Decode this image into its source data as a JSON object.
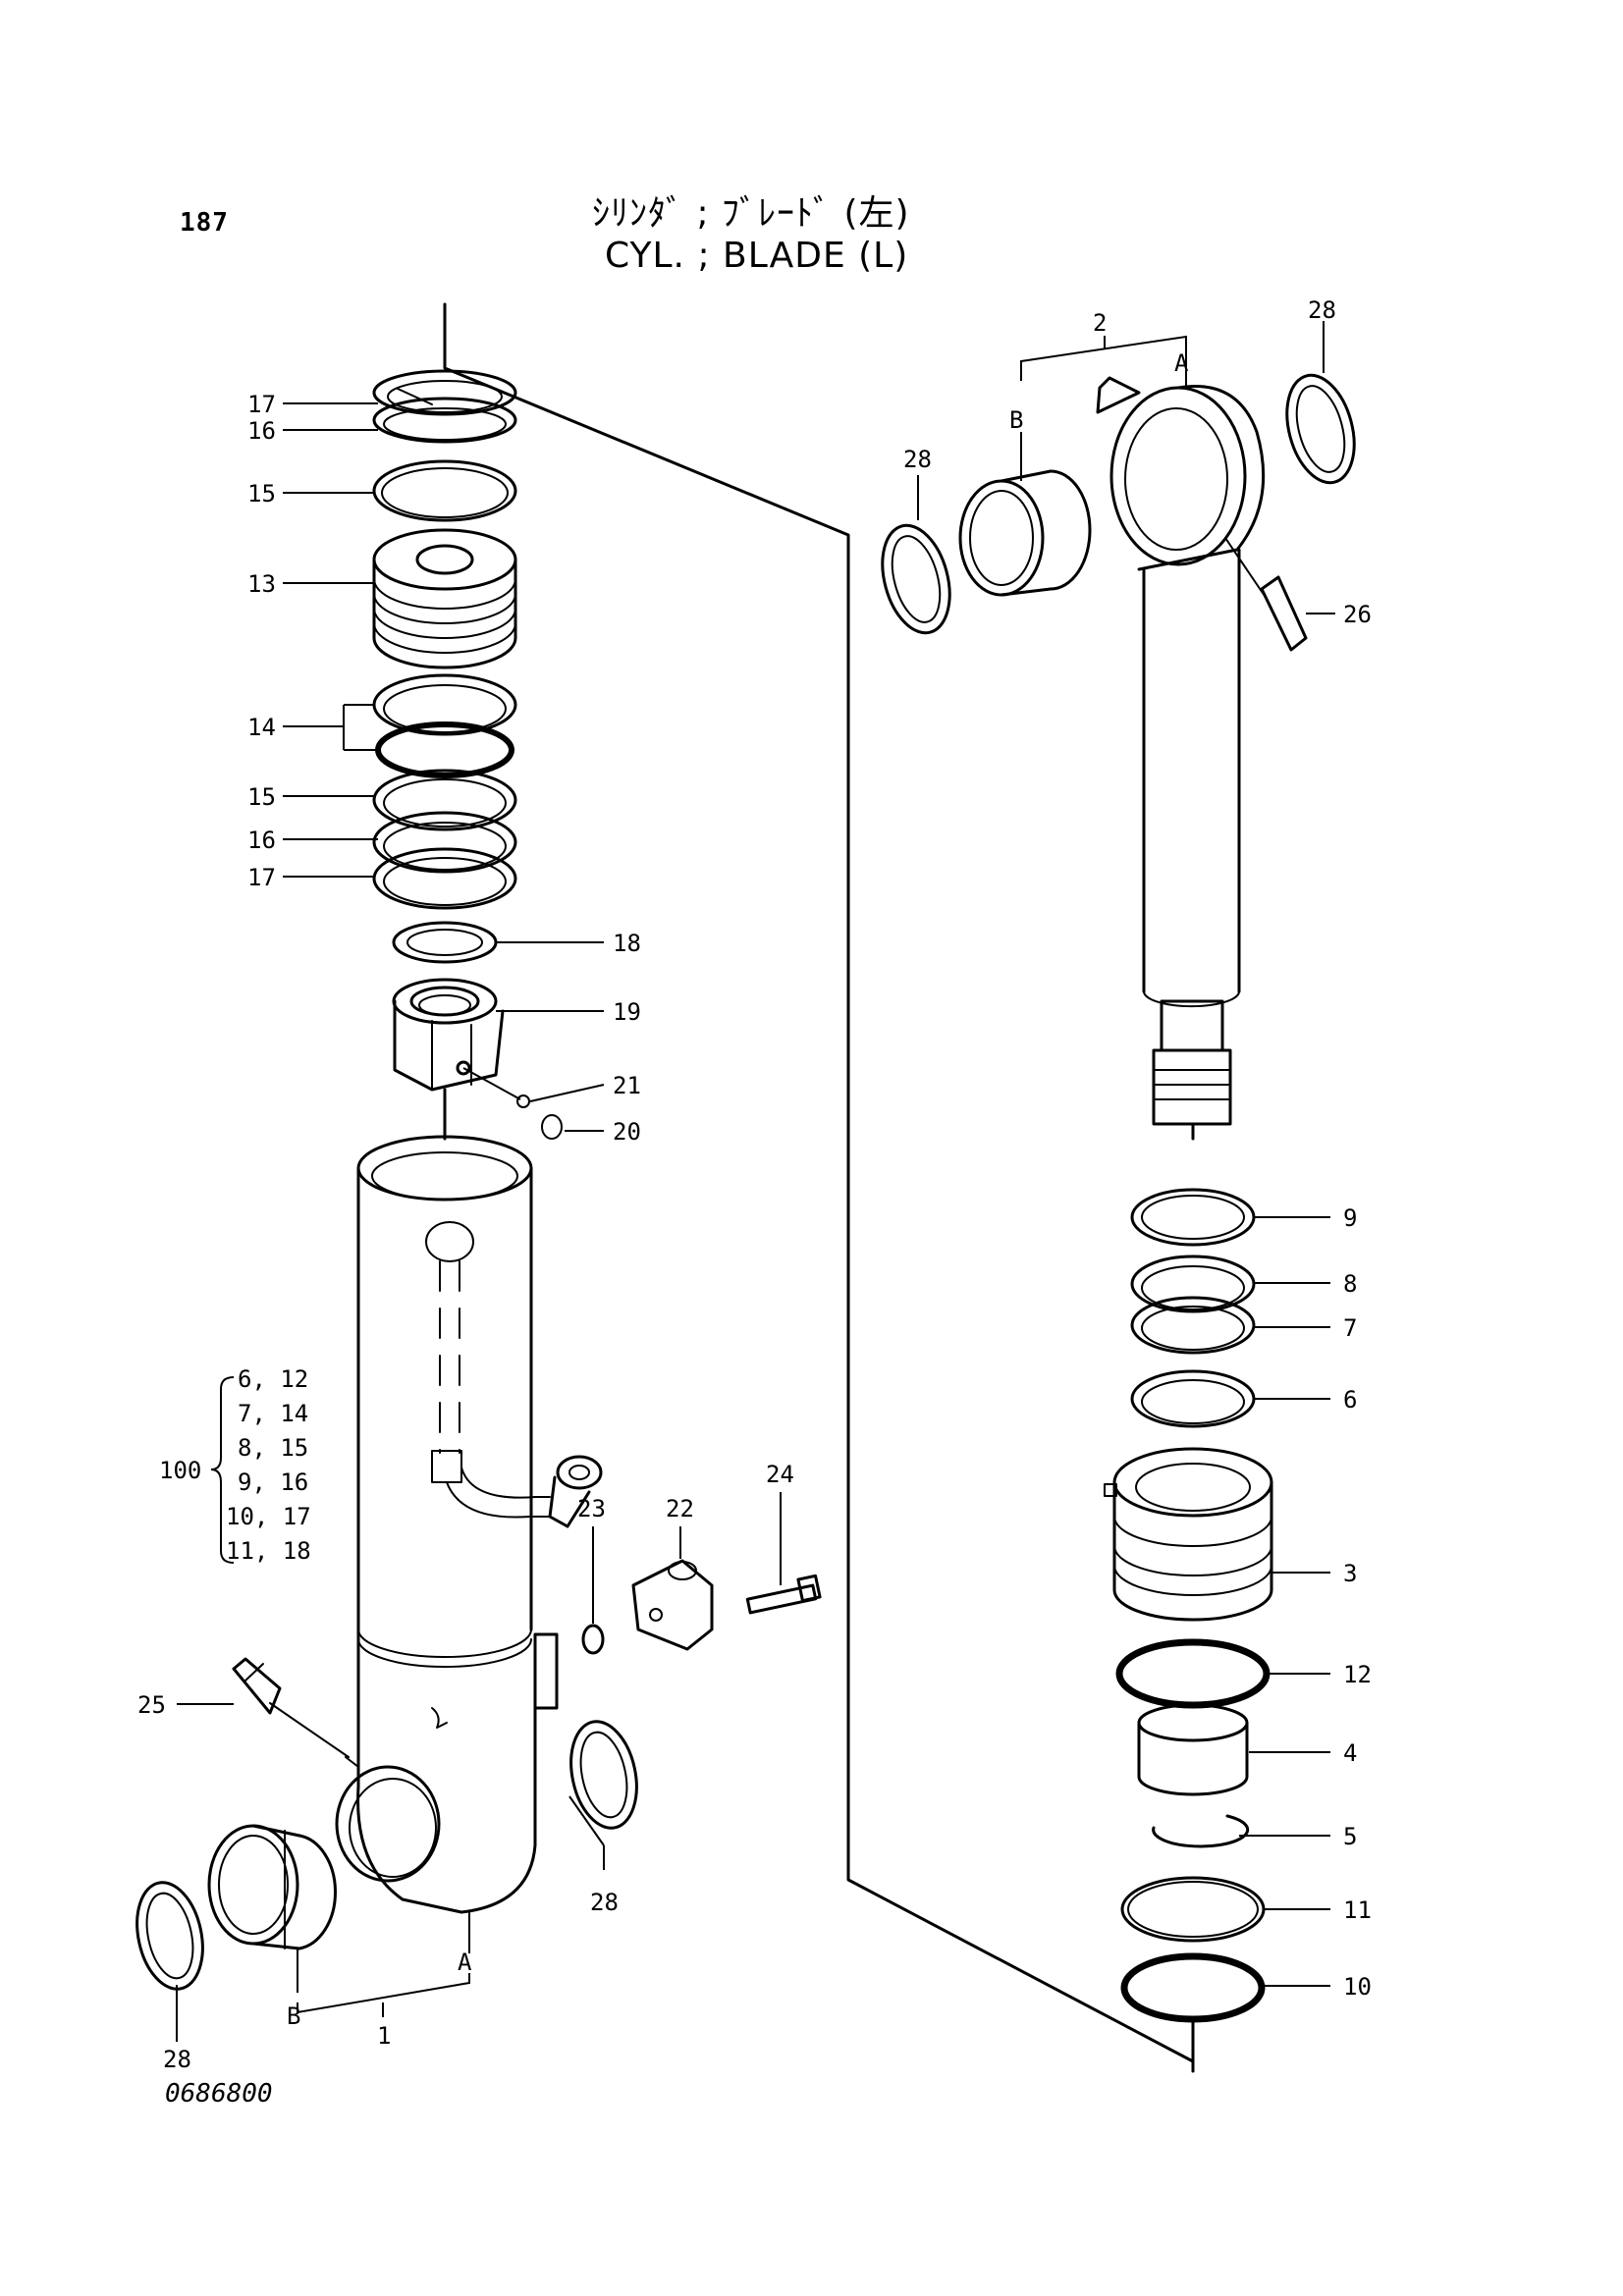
{
  "page_number": "187",
  "title": {
    "japanese": "ｼﾘﾝﾀﾞ ; ﾌﾞﾚｰﾄﾞ (左)",
    "english": "CYL. ; BLADE (L)"
  },
  "drawing_number": "0686800",
  "callouts": {
    "c17a": "17",
    "c16a": "16",
    "c15a": "15",
    "c13": "13",
    "c14": "14",
    "c15b": "15",
    "c16b": "16",
    "c17b": "17",
    "c18": "18",
    "c19": "19",
    "c21": "21",
    "c20": "20",
    "c25": "25",
    "c28a": "28",
    "c28b": "28",
    "c23": "23",
    "c22": "22",
    "c24": "24",
    "c1": "1",
    "c2": "2",
    "c28c": "28",
    "c28d": "28",
    "c26": "26",
    "c9": "9",
    "c8": "8",
    "c7": "7",
    "c6": "6",
    "c3": "3",
    "c12": "12",
    "c4": "4",
    "c5": "5",
    "c11": "11",
    "c10": "10",
    "labelA1": "A",
    "labelB1": "B",
    "labelA2": "A",
    "labelB2": "B"
  },
  "kit": {
    "number": "100",
    "lines": [
      "6, 12",
      "7, 14",
      "8, 15",
      "9, 16",
      "10, 17",
      "11, 18"
    ]
  }
}
